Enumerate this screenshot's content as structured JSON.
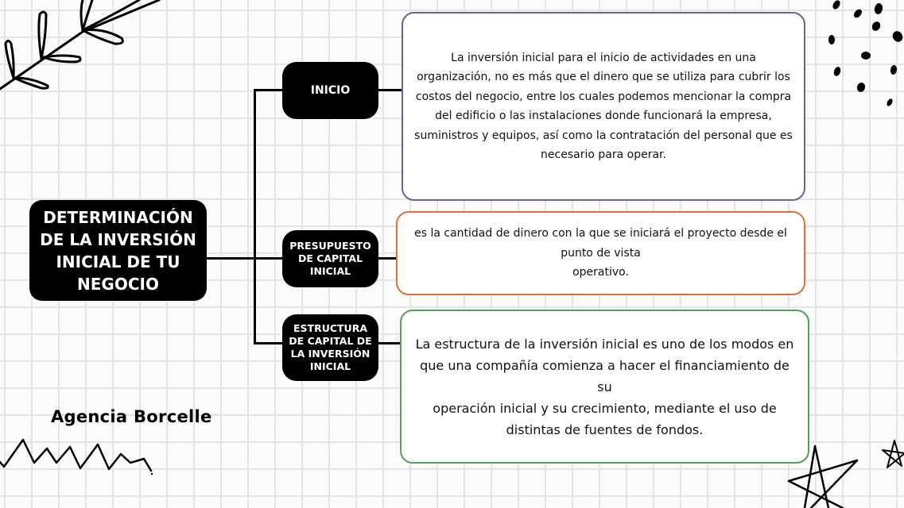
{
  "diagram": {
    "main_node": {
      "label": "DETERMINACIÓN DE LA INVERSIÓN INICIAL DE TU NEGOCIO"
    },
    "branches": [
      {
        "label": "INICIO",
        "description": "La inversión inicial para el inicio de actividades en una organización, no es más que el dinero que se utiliza para cubrir los\ncostos del negocio, entre los cuales podemos mencionar la compra del edificio o las instalaciones donde funcionará la empresa, suministros y equipos, así como la contratación del personal que es necesario para operar.",
        "border_color": "#6f5e9a"
      },
      {
        "label": "PRESUPUESTO DE CAPITAL INICIAL",
        "description": "es la cantidad de dinero con la que se iniciará el proyecto desde el punto de vista\noperativo.",
        "border_color": "#e07236"
      },
      {
        "label": "ESTRUCTURA DE CAPITAL DE LA INVERSIÓN INICIAL",
        "description": "La estructura de la inversión inicial es uno de los modos en que una compañía comienza a hacer el financiamiento de su\noperación inicial y su crecimiento, mediante el uso de distintas de fuentes de fondos.",
        "border_color": "#4da553"
      }
    ]
  },
  "brand": {
    "name": "Agencia Borcelle"
  },
  "decorations": [
    "branch-leaves-icon",
    "ink-dots-icon",
    "zigzag-line-icon",
    "star-icon",
    "small-star-icon"
  ]
}
